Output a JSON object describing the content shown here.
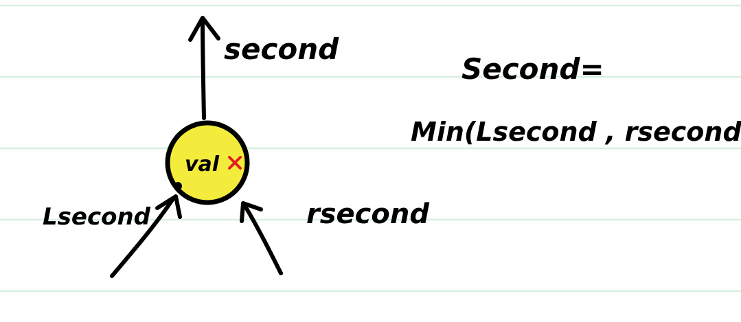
{
  "diagram": {
    "node": {
      "label": "val",
      "mark_icon": "red-x-mark",
      "fill_color": "#f4ec3c",
      "outline_color": "#000000"
    },
    "labels": {
      "output": "second",
      "left_input": "Lsecond",
      "right_input": "rsecond"
    },
    "formula": {
      "line1": "Second=",
      "line2": "Min(Lsecond , rsecond )"
    },
    "background": {
      "rule_color": "#d8efe0"
    }
  }
}
